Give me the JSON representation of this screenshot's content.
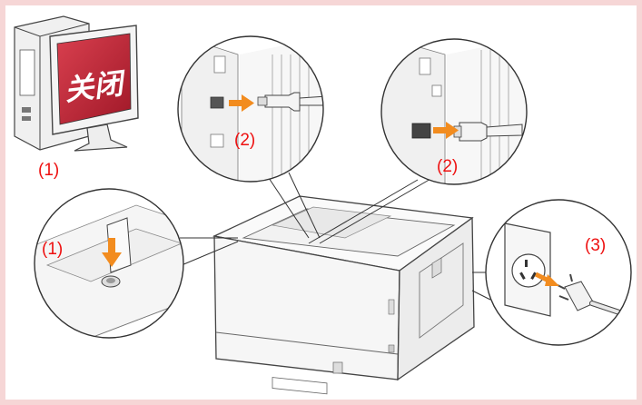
{
  "colors": {
    "page_background": "#f6d6d6",
    "frame_background": "#ffffff",
    "label_red": "#ee1111",
    "arrow_orange": "#f28c1f",
    "screen_red": "#c6283a"
  },
  "monitor": {
    "screen_text": "关闭",
    "step_label": "(1)"
  },
  "callouts": {
    "power_switch": {
      "step_label": "(1)"
    },
    "usb_cable": {
      "step_label": "(2)"
    },
    "lan_cable": {
      "step_label": "(2)"
    },
    "power_plug": {
      "step_label": "(3)"
    }
  },
  "icons": [
    "computer-tower-icon",
    "monitor-icon",
    "printer-icon",
    "usb-cable-icon",
    "lan-cable-icon",
    "power-outlet-icon",
    "power-plug-icon",
    "power-switch-icon",
    "arrow-right-icon",
    "arrow-down-icon"
  ]
}
